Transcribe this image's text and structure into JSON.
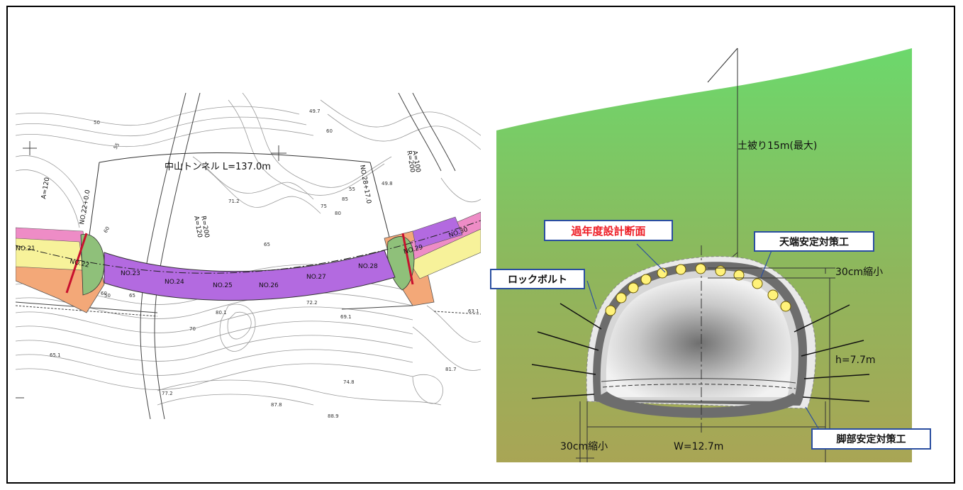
{
  "plan": {
    "tunnel_label": "中山トンネル  L=137.0m",
    "stations": [
      "NO.21",
      "NO.22",
      "NO.23",
      "NO.24",
      "NO.25",
      "NO.26",
      "NO.27",
      "NO.28",
      "NO.29",
      "NO.30"
    ],
    "sta_start": "NO.22+0.0",
    "sta_end": "NO.28+17.0",
    "curve_a120_left": "A=120",
    "curve_r200": "R=200",
    "curve_a120": "A=120",
    "curve_a100": "A=100",
    "curve_r200_right": "R=200",
    "contours": [
      "50",
      "55",
      "60",
      "65",
      "70",
      "75",
      "80",
      "85",
      "55",
      "60",
      "50",
      "60",
      "65"
    ],
    "spot_heights": [
      "49.7",
      "49.8",
      "71.2",
      "80.1",
      "72.2",
      "69.1",
      "63.1",
      "65.1",
      "74.8",
      "81.7",
      "77.2",
      "87.8",
      "88.9"
    ]
  },
  "section": {
    "overburden_label": "土被り15m(最大)",
    "past_design_label": "過年度設計断面",
    "crown_label": "天端安定対策工",
    "rockbolt_label": "ロックボルト",
    "top_reduction_label": "30cm縮小",
    "height_label": "h=7.7m",
    "width_label": "W=12.7m",
    "bottom_reduction_label": "30cm縮小",
    "footing_label": "脚部安定対策工",
    "colors": {
      "sky_green": "#6cd86c",
      "ground": "#a9a555",
      "callout_border": "#2a4ea0",
      "red_text": "#ee1c24"
    }
  }
}
